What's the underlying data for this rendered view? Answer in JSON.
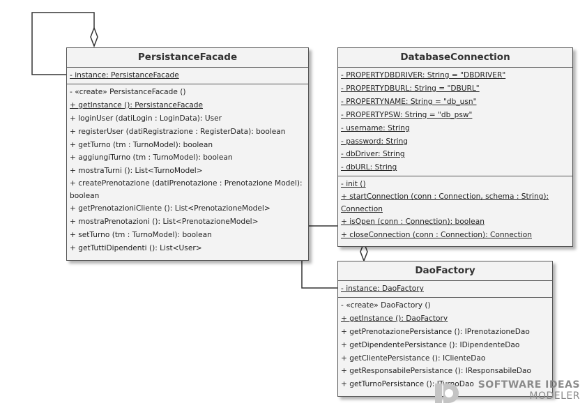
{
  "persistance_facade": {
    "name": "PersistanceFacade",
    "attributes": [
      {
        "text": "- instance: PersistanceFacade",
        "static": true
      }
    ],
    "operations": [
      {
        "text": "- «create» PersistanceFacade ()",
        "static": false
      },
      {
        "text": "+ getInstance (): PersistanceFacade",
        "static": true
      },
      {
        "text": "+ loginUser (datiLogin : LoginData): User",
        "static": false
      },
      {
        "text": "+ registerUser (datiRegistrazione : RegisterData): boolean",
        "static": false
      },
      {
        "text": "+ getTurno (tm : TurnoModel): boolean",
        "static": false
      },
      {
        "text": "+ aggiungiTurno (tm : TurnoModel): boolean",
        "static": false
      },
      {
        "text": "+ mostraTurni (): List<TurnoModel>",
        "static": false
      },
      {
        "text": "+ createPrenotazione (datiPrenotazione : Prenotazione Model): boolean",
        "static": false,
        "wrap": true
      },
      {
        "text": "+ getPrenotazioniCliente (): List<PrenotazioneModel>",
        "static": false
      },
      {
        "text": "+ mostraPrenotazioni (): List<PrenotazioneModel>",
        "static": false
      },
      {
        "text": "+ setTurno (tm : TurnoModel): boolean",
        "static": false
      },
      {
        "text": "+ getTuttiDipendenti (): List<User>",
        "static": false
      }
    ]
  },
  "database_connection": {
    "name": "DatabaseConnection",
    "attributes": [
      {
        "text": "- PROPERTYDBDRIVER: String = \"DBDRIVER\"",
        "static": true
      },
      {
        "text": "- PROPERTYDBURL: String = \"DBURL\"",
        "static": true
      },
      {
        "text": "- PROPERTYNAME: String = \"db_usn\"",
        "static": true
      },
      {
        "text": "- PROPERTYPSW: String = \"db_psw\"",
        "static": true
      },
      {
        "text": "- username: String",
        "static": true
      },
      {
        "text": "- password: String",
        "static": true
      },
      {
        "text": "- dbDriver: String",
        "static": true
      },
      {
        "text": "- dbURL: String",
        "static": true
      }
    ],
    "operations": [
      {
        "text": "- init ()",
        "static": true
      },
      {
        "text": "+ startConnection (conn : Connection, schema : String): Connection",
        "static": true,
        "wrap": true
      },
      {
        "text": "+ isOpen (conn : Connection): boolean",
        "static": true
      },
      {
        "text": "+ closeConnection (conn : Connection): Connection",
        "static": true
      }
    ]
  },
  "dao_factory": {
    "name": "DaoFactory",
    "attributes": [
      {
        "text": "- instance: DaoFactory",
        "static": true
      }
    ],
    "operations": [
      {
        "text": "- «create» DaoFactory ()",
        "static": false
      },
      {
        "text": "+ getInstance (): DaoFactory",
        "static": true
      },
      {
        "text": "+ getPrenotazionePersistance (): IPrenotazioneDao",
        "static": false
      },
      {
        "text": "+ getDipendentePersistance (): IDipendenteDao",
        "static": false
      },
      {
        "text": "+ getClientePersistance (): IClienteDao",
        "static": false
      },
      {
        "text": "+ getResponsabilePersistance (): IResponsabileDao",
        "static": false
      },
      {
        "text": "+ getTurnoPersistance (): ITurnoDao",
        "static": false
      }
    ]
  },
  "watermark": {
    "line1": "SOFTWARE IDEAS",
    "line2": "MODELER"
  },
  "colors": {
    "class_fill": "#f3f3f3",
    "border": "#555555",
    "line": "#333333"
  }
}
